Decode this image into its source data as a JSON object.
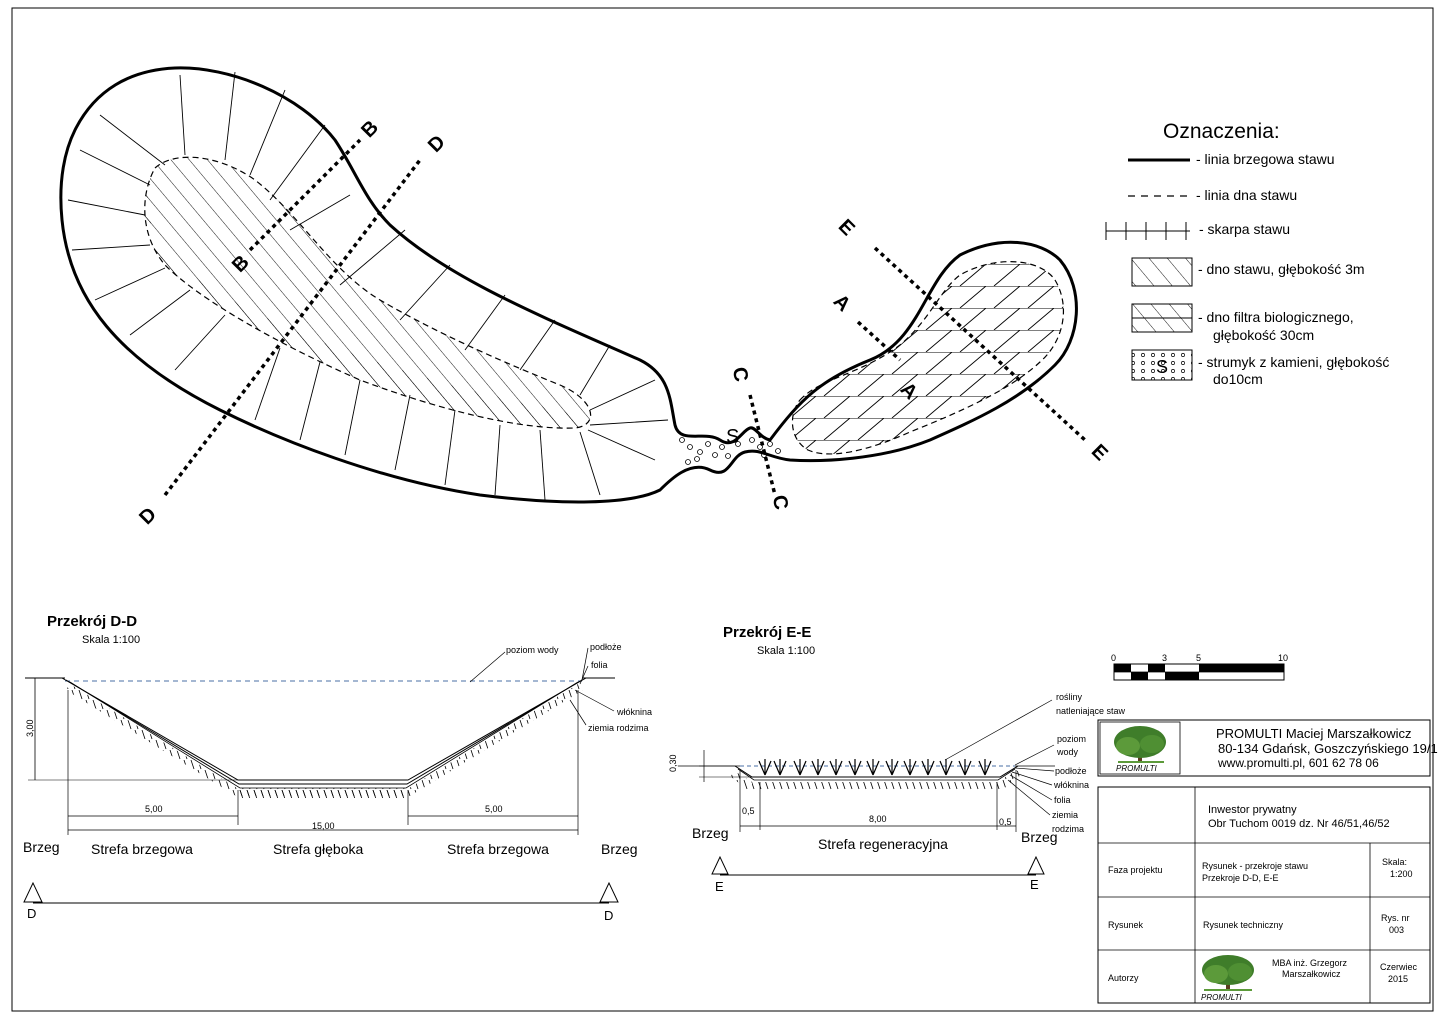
{
  "plan": {
    "section_labels": {
      "B": "B",
      "D": "D",
      "E": "E",
      "A": "A",
      "C": "C",
      "S": "S"
    }
  },
  "legend": {
    "title": "Oznaczenia:",
    "items": [
      "- linia brzegowa stawu",
      "- linia dna stawu",
      "- skarpa stawu",
      "- dno stawu, głębokość 3m",
      "- dno filtra biologicznego,",
      "głębokość 30cm",
      "- strumyk z kamieni, głębokość",
      "do10cm"
    ],
    "stream_symbol": "S"
  },
  "section_dd": {
    "title": "Przekrój D-D",
    "scale": "Skala  1:100",
    "labels": {
      "water_level": "poziom wody",
      "substrate": "podłoże",
      "foil": "folia",
      "fibre": "włóknina",
      "native_soil": "ziemia rodzima"
    },
    "depth": "3,00",
    "dim_left": "5,00",
    "dim_right": "5,00",
    "dim_total": "15,00",
    "zones": [
      "Brzeg",
      "Strefa brzegowa",
      "Strefa głęboka",
      "Strefa brzegowa",
      "Brzeg"
    ],
    "marker_left": "D",
    "marker_right": "D"
  },
  "section_ee": {
    "title": "Przekrój E-E",
    "scale": "Skala  1:100",
    "labels": {
      "plants_1": "rośliny",
      "plants_2": "natleniające staw",
      "water_1": "poziom",
      "water_2": "wody",
      "substrate": "podłoże",
      "fibre": "włóknina",
      "foil": "folia",
      "soil_1": "ziemia",
      "soil_2": "rodzima"
    },
    "depth": "0,30",
    "dim_left": "0,5",
    "dim_mid": "8,00",
    "dim_right": "0,5",
    "brzeg_left": "Brzeg",
    "brzeg_right": "Brzeg",
    "zone": "Strefa regeneracyjna",
    "marker_left": "E",
    "marker_right": "E"
  },
  "scale_bar": {
    "ticks": [
      "0",
      "3",
      "5",
      "10"
    ]
  },
  "title_block": {
    "company": "PROMULTI Maciej Marszałkowicz",
    "address": "80-134 Gdańsk, Goszczyńskiego 19/1",
    "contact": "www.promulti.pl, 601 62 78 06",
    "logo_text": "PROMULTI",
    "investor_1": "Inwestor prywatny",
    "investor_2": "Obr Tuchom 0019 dz. Nr 46/51,46/52",
    "phase_label": "Faza projektu",
    "phase_value_1": "Rysunek - przekroje stawu",
    "phase_value_2": "Przekroje D-D, E-E",
    "scale_label": "Skala:",
    "scale_value": "1:200",
    "drawing_label": "Rysunek",
    "drawing_value": "Rysunek techniczny",
    "drawing_no_label": "Rys. nr",
    "drawing_no_value": "003",
    "authors_label": "Autorzy",
    "authors_1": "MBA inż. Grzegorz",
    "authors_2": "Marszałkowicz",
    "date_1": "Czerwiec",
    "date_2": "2015"
  }
}
